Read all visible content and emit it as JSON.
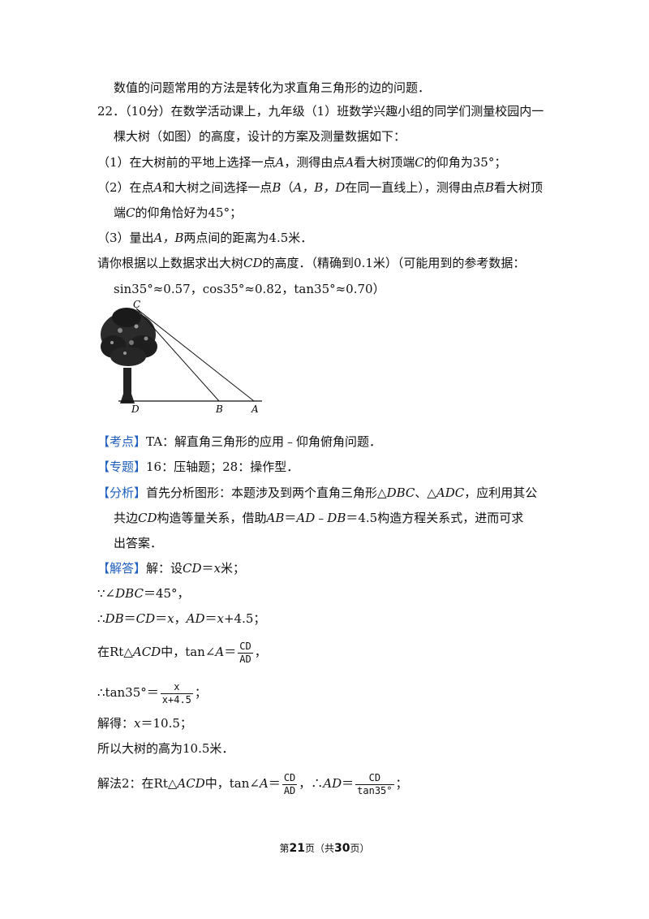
{
  "lines": {
    "l1": "数值的问题常用的方法是转化为求直角三角形的边的问题．",
    "q_num": "22．（10分）在数学活动课上，九年级（1）班数学兴趣小组的同学们测量校园内一",
    "q_cont": "棵大树（如图）的高度，设计的方案及测量数据如下：",
    "s1a": "（1）在大树前的平地上选择一点",
    "s1b": "，测得由点",
    "s1c": "看大树顶端",
    "s1d": "的仰角为35°；",
    "s2a": "（2）在点",
    "s2b": "和大树之间选择一点",
    "s2c": "（",
    "s2d": "在同一直线上），测得由点",
    "s2e": "看大树顶",
    "s2f": "端",
    "s2g": "的仰角恰好为45°；",
    "s3a": "（3）量出",
    "s3b": "两点间的距离为4.5米．",
    "ask1": "请你根据以上数据求出大树",
    "ask2": "的高度．（精确到0.1米）（可能用到的参考数据：",
    "ref": "sin35°≈0.57，cos35°≈0.82，tan35°≈0.70）"
  },
  "letters": {
    "A": "A",
    "B": "B",
    "C": "C",
    "CD": "CD",
    "ABD": "A，B，D",
    "AcB": "A，B"
  },
  "figure": {
    "labels": {
      "C": "C",
      "D": "D",
      "B": "B",
      "A": "A"
    }
  },
  "kaodian": {
    "tag": "【考点】",
    "text": "TA：解直角三角形的应用﹣仰角俯角问题．"
  },
  "zhuanti": {
    "tag": "【专题】",
    "text": "16：压轴题；28：操作型．"
  },
  "fenxi": {
    "tag": "【分析】",
    "a": "首先分析图形：本题涉及到两个直角三角形△",
    "dbc": "DBC",
    "b": "、△",
    "adc": "ADC",
    "c": "，应利用其公",
    "d": "共边",
    "cd": "CD",
    "e": "构造等量关系，借助",
    "eq1": "AB",
    "f": "＝",
    "eq2": "AD",
    "g": "﹣",
    "eq3": "DB",
    "h": "＝4.5构造方程关系式，进而可求",
    "i": "出答案．"
  },
  "jieda": {
    "tag": "【解答】",
    "a": "解：设",
    "cd": "CD",
    "b": "＝",
    "x": "x",
    "c": "米；"
  },
  "sol": {
    "because_a": "∵∠",
    "because_dbc": "DBC",
    "because_b": "＝45°，",
    "therefore_a": "∴",
    "db": "DB",
    "eq": "＝",
    "cd": "CD",
    "x": "x",
    "comma": "，",
    "ad": "AD",
    "xplus": "x",
    "plus45": "+4.5；",
    "rt_a": "在Rt△",
    "acd": "ACD",
    "rt_b": "中，tan∠",
    "A": "A",
    "frac_num": "CD",
    "frac_den": "AD",
    "rt_end": "，",
    "tan35": "∴tan35°＝",
    "frac2_num": "x",
    "frac2_den": "x+4.5",
    "semi": "；",
    "solve_a": "解得：",
    "solve_x": "x",
    "solve_b": "＝10.5；",
    "ans": "所以大树的高为10.5米．",
    "m2_a": "解法2：在Rt△",
    "m2_acd": "ACD",
    "m2_b": "中，tan∠",
    "m2_A": "A",
    "m2_frac_num": "CD",
    "m2_frac_den": "AD",
    "m2_c": "，∴",
    "m2_ad": "AD",
    "m2_frac2_num": "CD",
    "m2_frac2_den": "tan35°",
    "m2_end": "；"
  },
  "footer": {
    "a": "第",
    "page": "21",
    "b": "页（共",
    "total": "30",
    "c": "页）"
  }
}
